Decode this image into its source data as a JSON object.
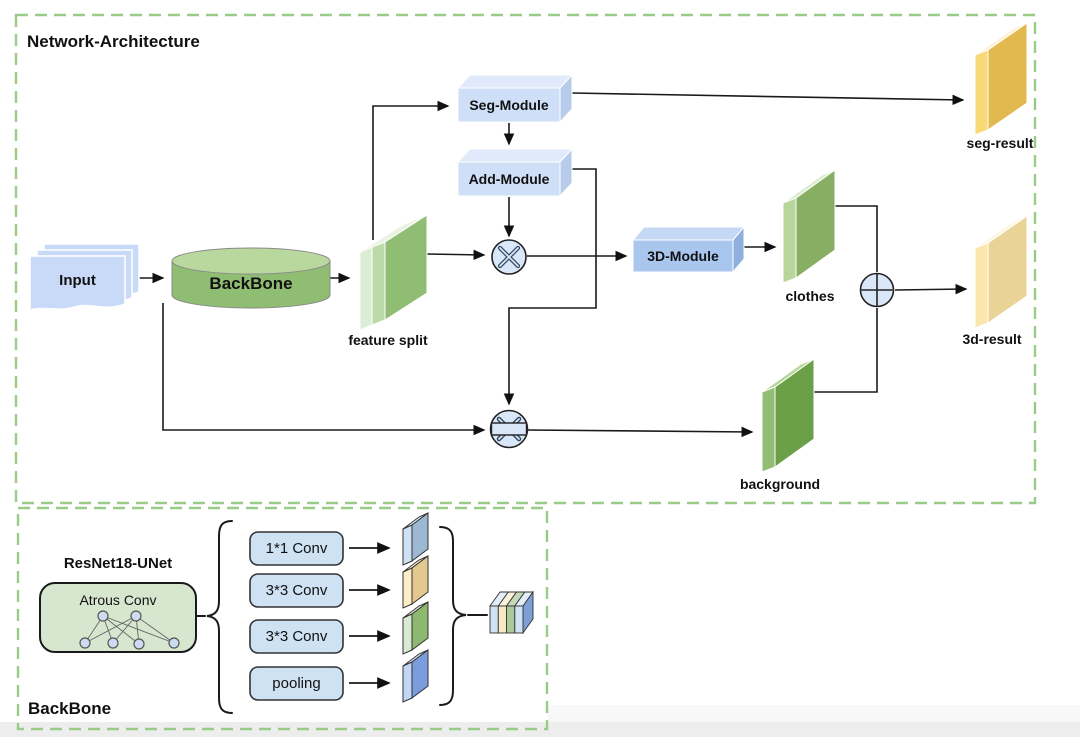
{
  "network": {
    "title": "Network-Architecture",
    "input": "Input",
    "backbone": "BackBone",
    "feature_split": "feature split",
    "seg_module": "Seg-Module",
    "add_module": "Add-Module",
    "module_3d": "3D-Module",
    "clothes": "clothes",
    "background": "background",
    "seg_result": "seg-result",
    "result_3d": "3d-result"
  },
  "backbone_detail": {
    "title": "BackBone",
    "resnet": "ResNet18-UNet",
    "atrous": "Atrous Conv",
    "branches": [
      "1*1 Conv",
      "3*3 Conv",
      "3*3 Conv",
      "pooling"
    ]
  },
  "icons": {
    "multiply": "circled-x-multiply",
    "masked_multiply": "circled-x-with-bar",
    "add": "circled-plus"
  },
  "colors": {
    "dashed_border": "#98cc87",
    "module_blue": "#cfdff7",
    "module_blue_dark": "#a9c6ee",
    "backbone_green": "#8fbe73",
    "background_green": "#6b9f48",
    "seg_result_yellow": "#e2b94f",
    "result_3d_tan": "#ead396",
    "operator_fill": "#d9e7f8"
  }
}
